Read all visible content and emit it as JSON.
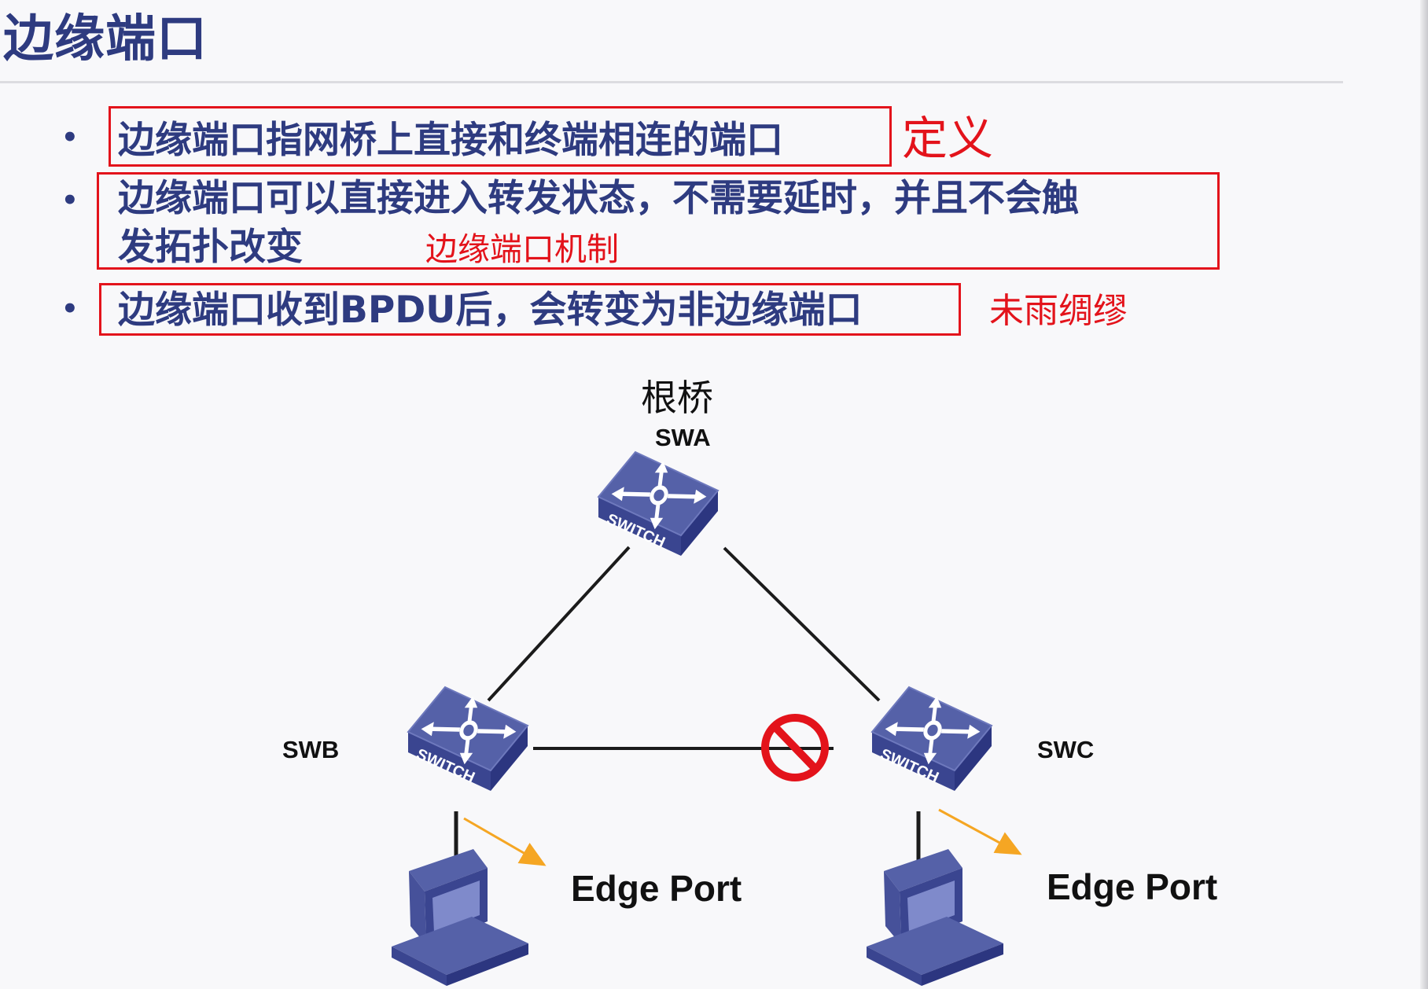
{
  "title": "边缘端口",
  "bullets": [
    {
      "text": "边缘端口指网桥上直接和终端相连的端口"
    },
    {
      "line1": "边缘端口可以直接进入转发状态，不需要延时，并且不会触",
      "line2": "发拓扑改变"
    },
    {
      "text": "边缘端口收到BPDU后，会转变为非边缘端口"
    }
  ],
  "annotations": {
    "definition": "定义",
    "mechanism": "边缘端口机制",
    "author": "未雨绸缪"
  },
  "diagram": {
    "root_label": "根桥",
    "switches": [
      {
        "id": "SWA",
        "name": "SWA"
      },
      {
        "id": "SWB",
        "name": "SWB"
      },
      {
        "id": "SWC",
        "name": "SWC"
      }
    ],
    "switch_text": "SWITCH",
    "edge_port_left": "Edge Port",
    "edge_port_right": "Edge Port",
    "colors": {
      "switch_top": "#5561a8",
      "switch_side": "#3a4590",
      "blocked": "#e3131b",
      "arrow": "#f5a623",
      "accent": "#2e3b80"
    },
    "blocked_icon": "prohibited-icon",
    "pc_icon": "computer-icon"
  }
}
